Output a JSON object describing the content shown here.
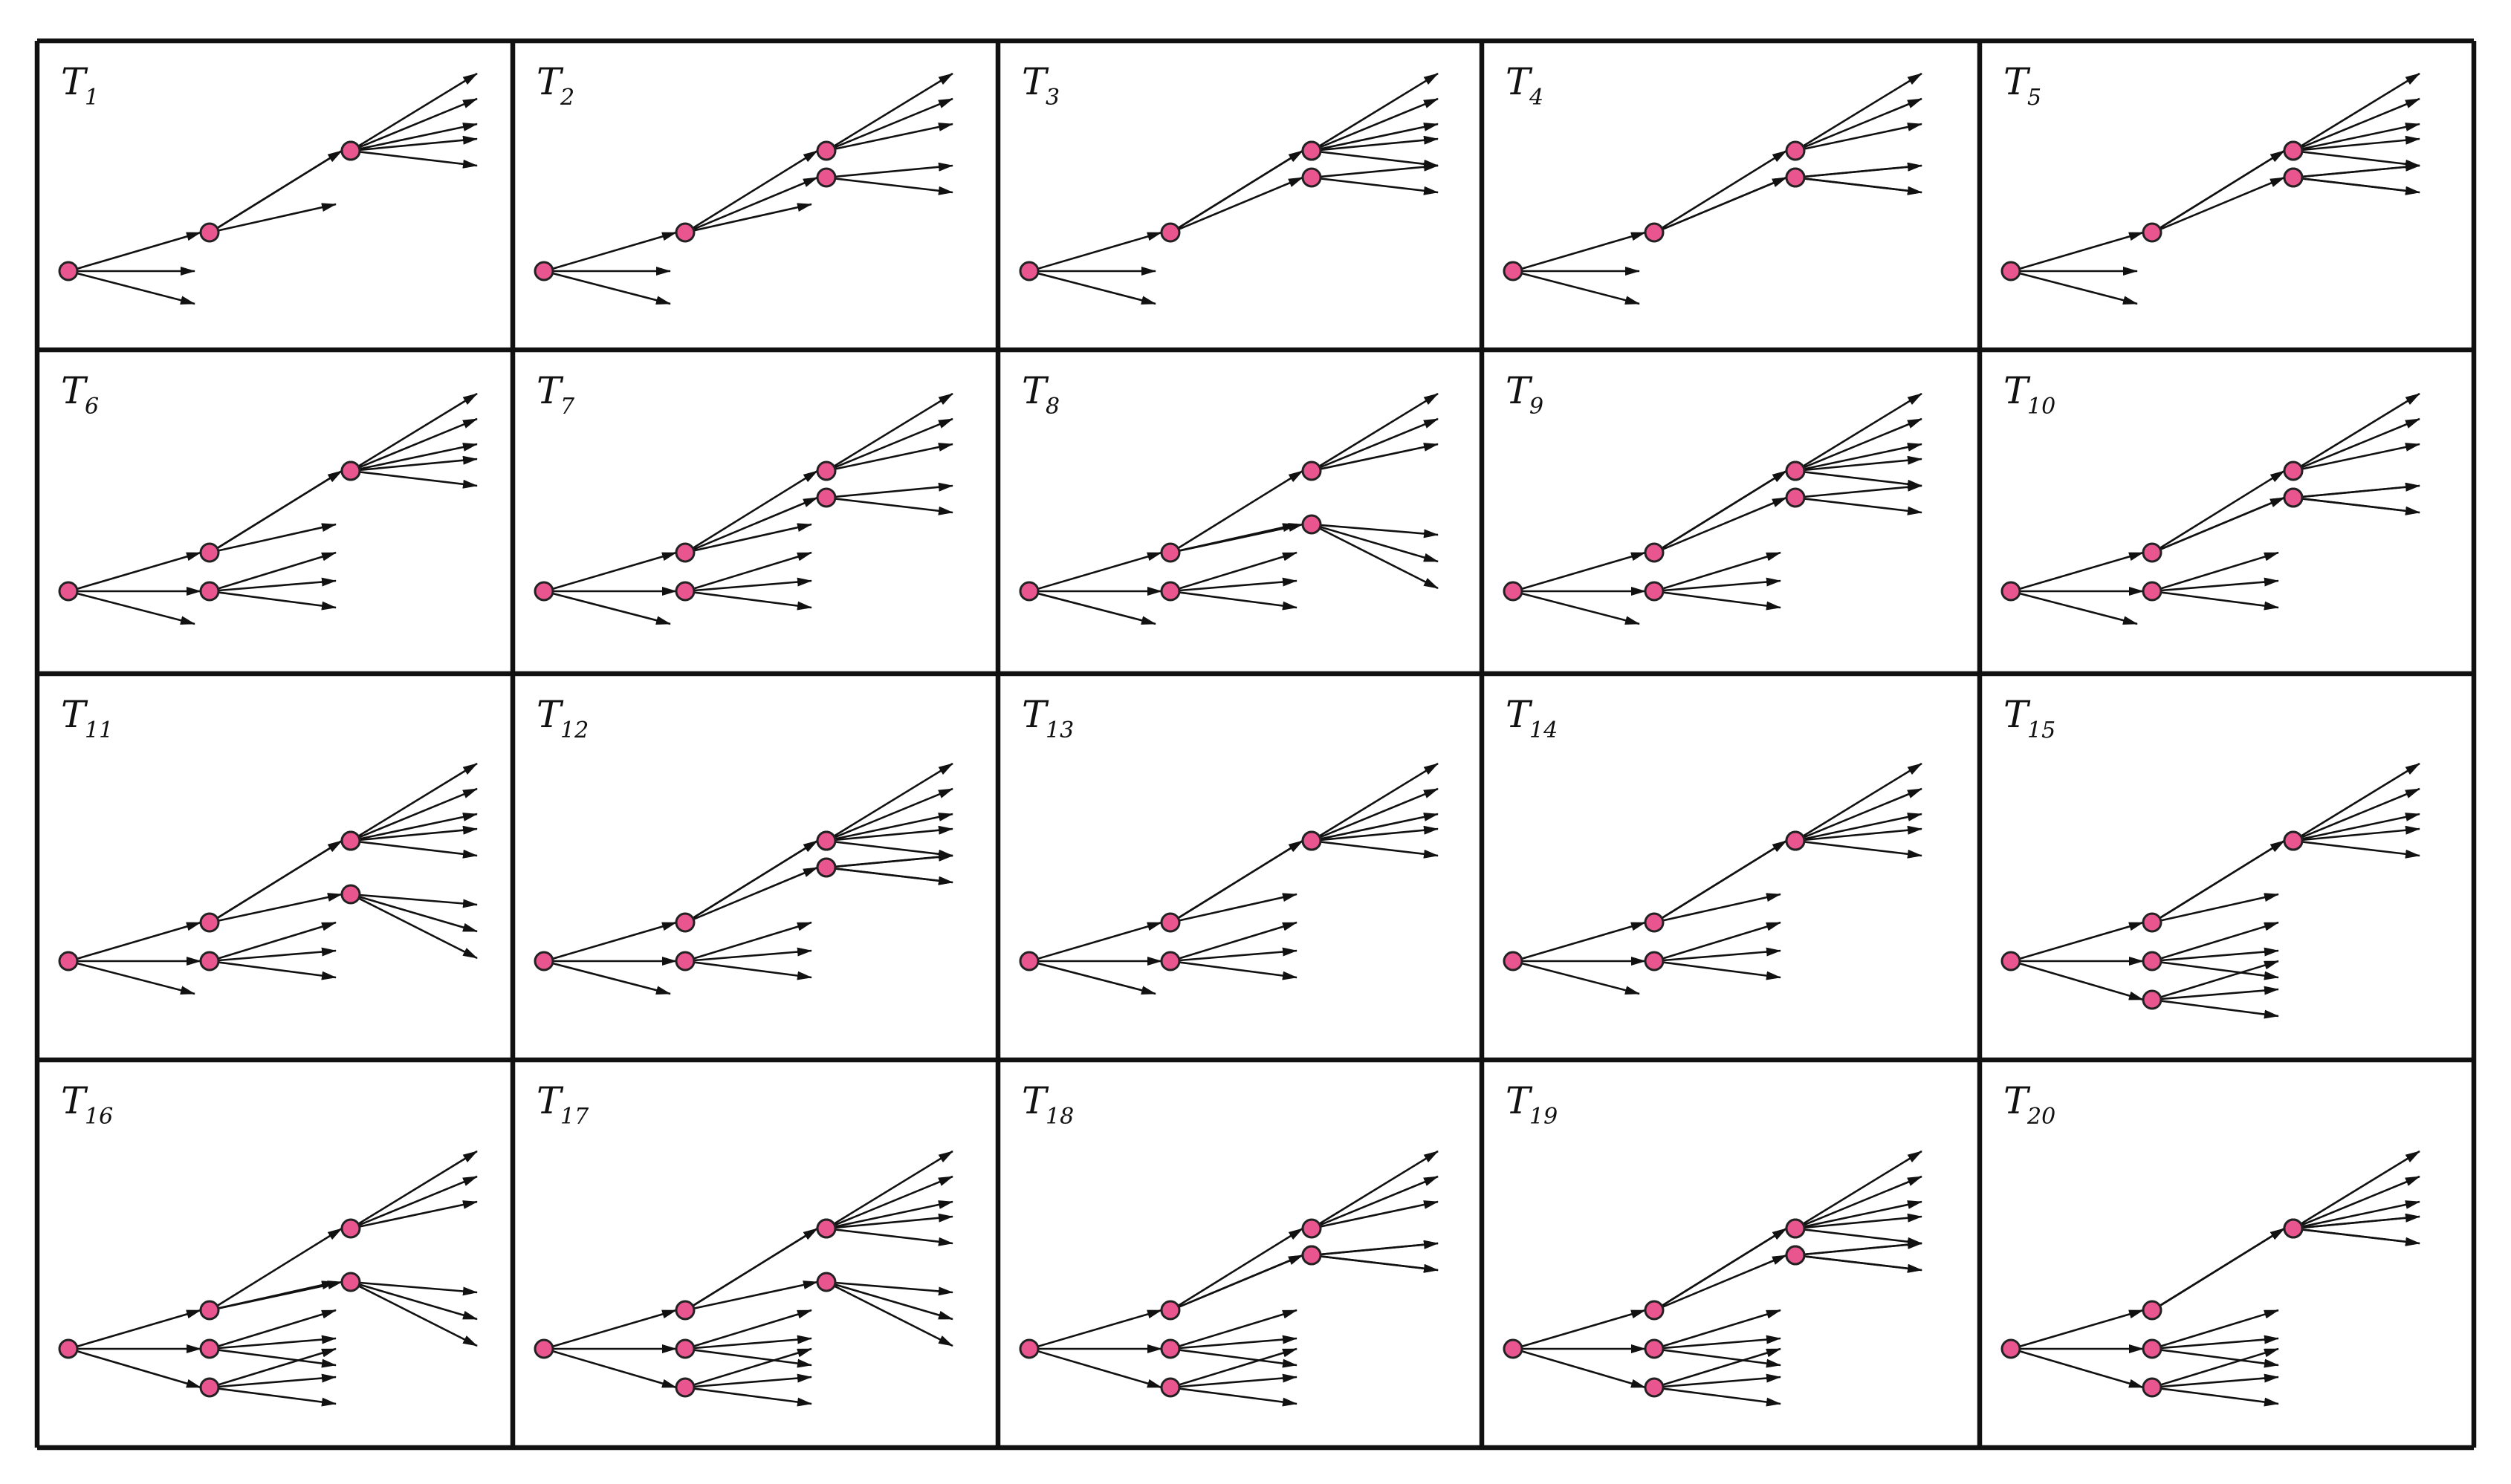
{
  "colors": {
    "node_fill": "#e8558f",
    "node_stroke": "#222222",
    "line": "#111111",
    "background": "#ffffff"
  },
  "trees": [
    {
      "label": "T",
      "index": "1",
      "structure": [
        [
          3,
          3
        ]
      ]
    },
    {
      "label": "T",
      "index": "2",
      "structure": [
        [
          3,
          0
        ]
      ]
    },
    {
      "label": "T",
      "index": "3",
      "structure": [
        [
          3,
          3,
          0
        ]
      ]
    },
    {
      "label": "T",
      "index": "4",
      "structure": [
        [
          3,
          0,
          0
        ]
      ]
    },
    {
      "label": "T",
      "index": "5",
      "structure": [
        [
          3,
          3,
          0,
          0
        ]
      ]
    },
    {
      "label": "T",
      "index": "6",
      "structure": [
        [
          3,
          3
        ],
        [
          0
        ]
      ]
    },
    {
      "label": "T",
      "index": "7",
      "structure": [
        [
          3,
          0
        ],
        [
          0
        ]
      ]
    },
    {
      "label": "T",
      "index": "8",
      "structure": [
        [
          3,
          -3
        ],
        [
          0
        ]
      ]
    },
    {
      "label": "T",
      "index": "9",
      "structure": [
        [
          3,
          3,
          0
        ],
        [
          0
        ]
      ]
    },
    {
      "label": "T",
      "index": "10",
      "structure": [
        [
          3,
          0,
          0
        ],
        [
          0
        ]
      ]
    },
    {
      "label": "T",
      "index": "11",
      "structure": [
        [
          3,
          3,
          -3
        ],
        [
          0
        ]
      ]
    },
    {
      "label": "T",
      "index": "12",
      "structure": [
        [
          3,
          3,
          0,
          0
        ],
        [
          0
        ]
      ]
    },
    {
      "label": "T",
      "index": "13",
      "structure": [
        [
          3,
          3
        ],
        [
          0,
          0
        ]
      ]
    },
    {
      "label": "T",
      "index": "14",
      "structure": [
        [
          3,
          3
        ],
        [
          0,
          -3
        ]
      ]
    },
    {
      "label": "T",
      "index": "15",
      "structure": [
        [
          3,
          3
        ],
        [
          0
        ],
        [
          0
        ]
      ]
    },
    {
      "label": "T",
      "index": "16",
      "structure": [
        [
          3,
          -3
        ],
        [
          0
        ],
        [
          0
        ]
      ]
    },
    {
      "label": "T",
      "index": "17",
      "structure": [
        [
          3,
          3,
          -3
        ],
        [
          0
        ],
        [
          0
        ]
      ]
    },
    {
      "label": "T",
      "index": "18",
      "structure": [
        [
          3,
          0,
          0
        ],
        [
          0
        ],
        [
          0
        ]
      ]
    },
    {
      "label": "T",
      "index": "19",
      "structure": [
        [
          3,
          3,
          0,
          0
        ],
        [
          0
        ],
        [
          0
        ]
      ]
    },
    {
      "label": "T",
      "index": "20",
      "structure": [
        [
          3,
          3,
          3
        ],
        [
          0
        ],
        [
          0
        ]
      ]
    }
  ]
}
